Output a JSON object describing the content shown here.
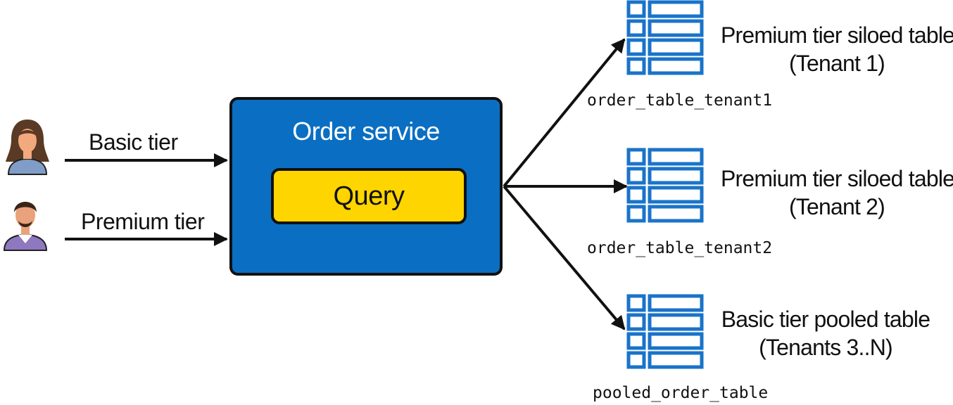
{
  "users": [
    {
      "icon": "woman-user-icon",
      "label": "Basic tier"
    },
    {
      "icon": "man-user-icon",
      "label": "Premium tier"
    }
  ],
  "service": {
    "title": "Order service",
    "query_label": "Query"
  },
  "tables": [
    {
      "line1": "Premium tier siloed table",
      "line2": "(Tenant 1)",
      "name": "order_table_tenant1"
    },
    {
      "line1": "Premium tier siloed table",
      "line2": "(Tenant 2)",
      "name": "order_table_tenant2"
    },
    {
      "line1": "Basic tier pooled table",
      "line2": "(Tenants 3..N)",
      "name": "pooled_order_table"
    }
  ],
  "colors": {
    "service_fill": "#0a6fc2",
    "query_fill": "#ffd500",
    "table_icon": "#1a73c9"
  }
}
